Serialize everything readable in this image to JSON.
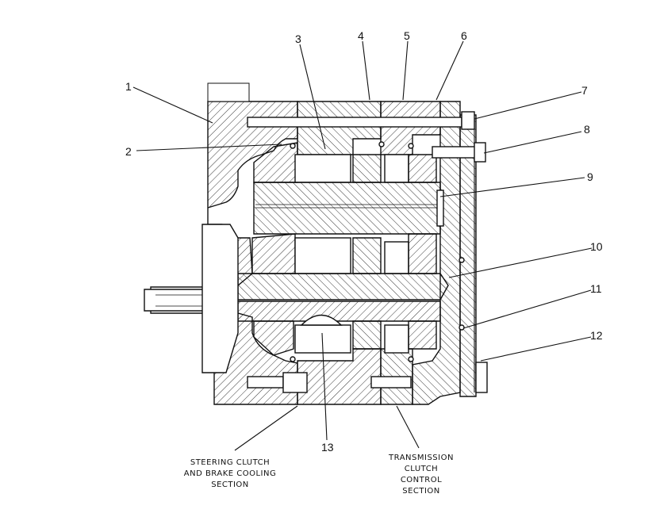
{
  "callouts": [
    "1",
    "2",
    "3",
    "4",
    "5",
    "6",
    "7",
    "8",
    "9",
    "10",
    "11",
    "12",
    "13"
  ],
  "captions": {
    "steering": [
      "STEERING CLUTCH",
      "AND BRAKE COOLING",
      "SECTION"
    ],
    "transmission": [
      "TRANSMISSION",
      "CLUTCH",
      "CONTROL",
      "SECTION"
    ]
  }
}
